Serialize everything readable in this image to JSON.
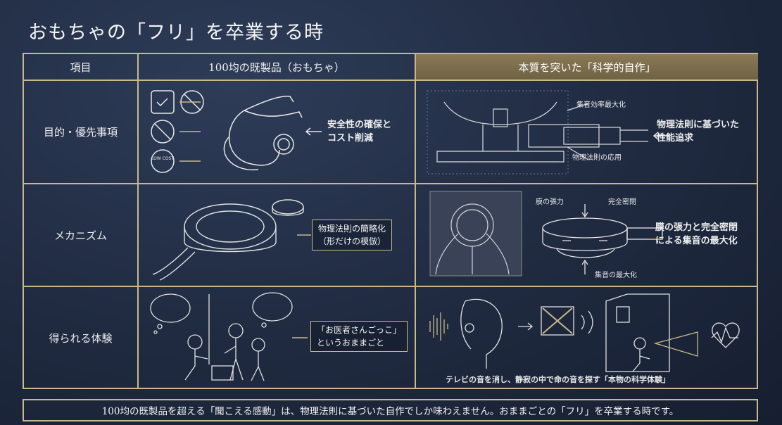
{
  "title": "おもちゃの「フリ」を卒業する時",
  "header": {
    "item": "項目",
    "toy": "100均の既製品（おもちゃ）",
    "science": "本質を突いた「科学的自作」"
  },
  "rows": [
    {
      "label": "目的・優先事項",
      "toy_note": [
        "安全性の確保と",
        "コスト削減"
      ],
      "toy_icons": {
        "low_cost_text": "LOW COST"
      },
      "sci_labels": [
        "集音効率最大化",
        "物理法則の応用"
      ],
      "sci_note": [
        "物理法則に基づいた",
        "性能追求"
      ]
    },
    {
      "label": "メカニズム",
      "toy_note": [
        "物理法則の簡略化",
        "（形だけの模倣）"
      ],
      "sci_labels": [
        "膜の張力",
        "完全密閉",
        "集音の最大化"
      ],
      "sci_note": [
        "膜の張力と完全密閉",
        "による集音の最大化"
      ]
    },
    {
      "label": "得られる体験",
      "toy_note": [
        "「お医者さんごっこ」",
        "というおままごと"
      ],
      "sci_caption": "テレビの音を消し、静寂の中で命の音を探す「本物の科学体験」"
    }
  ],
  "footer": "100均の既製品を超える「聞こえる感動」は、物理法則に基づいた自作でしか味わえません。おままごとの「フリ」を卒業する時です。",
  "colors": {
    "gold": "#c9b98a",
    "background": "#1f2a40",
    "header_highlight": "#8a7a55"
  }
}
